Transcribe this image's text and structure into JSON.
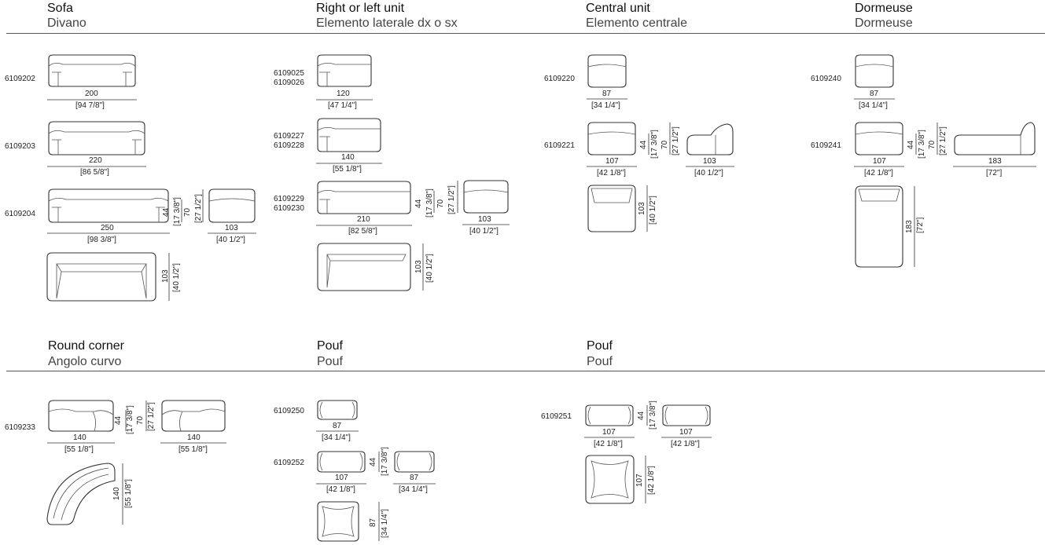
{
  "sections": [
    {
      "title": "Sofa",
      "subtitle": "Divano"
    },
    {
      "title": "Right or left unit",
      "subtitle": "Elemento laterale dx o sx"
    },
    {
      "title": "Central unit",
      "subtitle": "Elemento centrale"
    },
    {
      "title": "Dormeuse",
      "subtitle": "Dormeuse"
    },
    {
      "title": "Round corner",
      "subtitle": "Angolo curvo"
    },
    {
      "title": "Pouf",
      "subtitle": "Pouf"
    },
    {
      "title": "Pouf",
      "subtitle": "Pouf"
    }
  ],
  "codes": {
    "c6109202": "6109202",
    "c6109203": "6109203",
    "c6109204": "6109204",
    "c6109025": "6109025",
    "c6109026": "6109026",
    "c6109227": "6109227",
    "c6109228": "6109228",
    "c6109229": "6109229",
    "c6109230": "6109230",
    "c6109220": "6109220",
    "c6109221": "6109221",
    "c6109240": "6109240",
    "c6109241": "6109241",
    "c6109233": "6109233",
    "c6109250": "6109250",
    "c6109252": "6109252",
    "c6109251": "6109251"
  },
  "dims": {
    "d200": "200",
    "i94": "[94 7/8\"]",
    "d220": "220",
    "i86": "[86 5/8\"]",
    "d250": "250",
    "i98": "[98 3/8\"]",
    "d103": "103",
    "i40": "[40 1/2\"]",
    "d44": "44",
    "i17": "[17 3/8\"]",
    "d70": "70",
    "i27": "[27 1/2\"]",
    "d120": "120",
    "i47": "[47 1/4\"]",
    "d140": "140",
    "i55": "[55 1/8\"]",
    "d210": "210",
    "i82": "[82 5/8\"]",
    "d87": "87",
    "i34": "[34 1/4\"]",
    "d107": "107",
    "i42": "[42 1/8\"]",
    "d183": "183",
    "i72": "[72\"]"
  }
}
